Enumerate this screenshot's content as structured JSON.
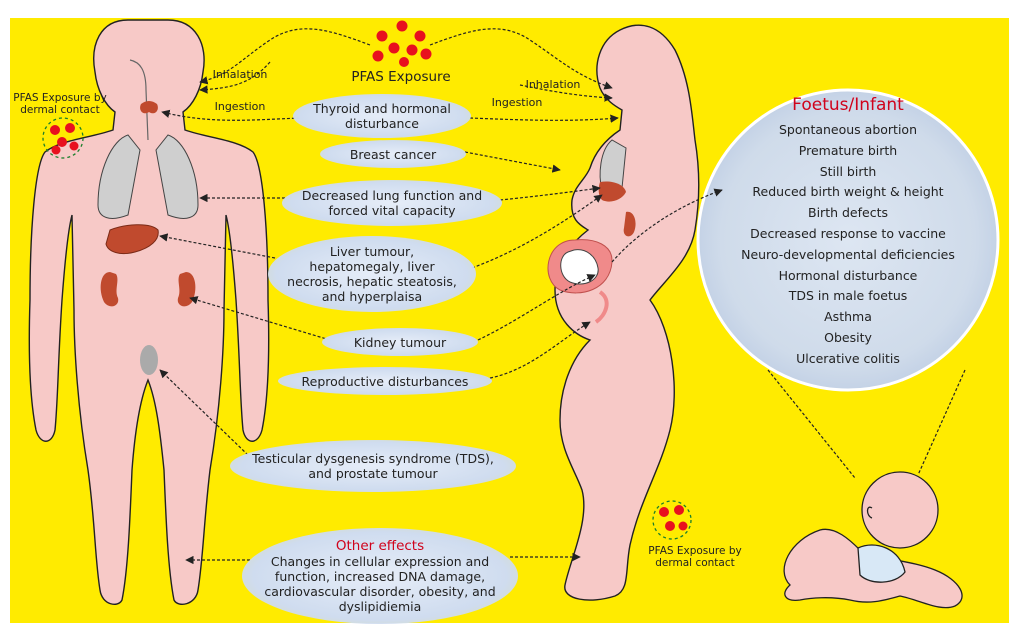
{
  "exposure": {
    "title": "PFAS Exposure",
    "inhalation": "Inhalation",
    "ingestion": "Ingestion"
  },
  "dermal": {
    "male": "PFAS Exposure by dermal contact",
    "female": "PFAS Exposure by dermal contact"
  },
  "effects": {
    "thyroid": "Thyroid and hormonal disturbance",
    "breast": "Breast cancer",
    "lung": "Decreased lung function and forced vital capacity",
    "liver": "Liver tumour, hepatomegaly, liver necrosis, hepatic steatosis, and hyperplaisa",
    "kidney": "Kidney tumour",
    "reproductive": "Reproductive disturbances",
    "tds": "Testicular dysgenesis syndrome (TDS), and prostate tumour",
    "other_title": "Other effects",
    "other": "Changes in cellular expression and function, increased DNA damage, cardiovascular disorder, obesity, and dyslipidiemia"
  },
  "foetus": {
    "title": "Foetus/Infant",
    "items": [
      "Spontaneous abortion",
      "Premature birth",
      "Still birth",
      "Reduced birth weight & height",
      "Birth defects",
      "Decreased response to vaccine",
      "Neuro-developmental deficiencies",
      "Hormonal disturbance",
      "TDS in male foetus",
      "Asthma",
      "Obesity",
      "Ulcerative colitis"
    ]
  },
  "colors": {
    "background": "#ffeb00",
    "skin": "#f7c9c7",
    "organ": "#c04a2e",
    "particle": "#e8101e",
    "bubble": "#cfdcef",
    "accent_text": "#d0021b"
  }
}
